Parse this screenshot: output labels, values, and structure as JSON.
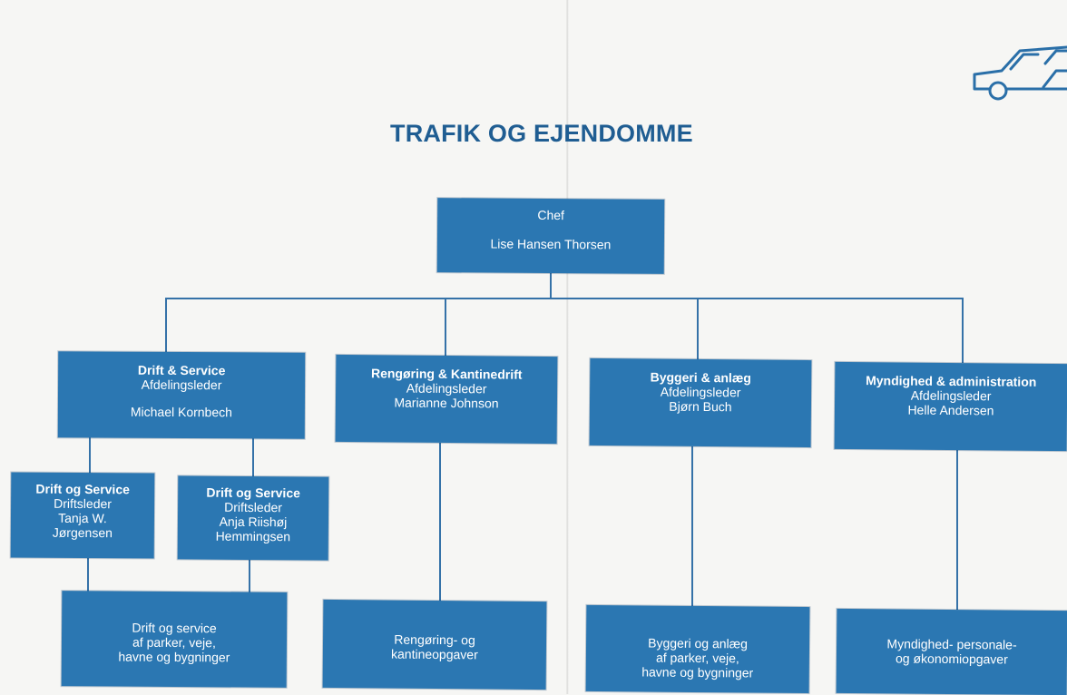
{
  "title": "TRAFIK OG EJENDOMME",
  "icon": "car-icon",
  "colors": {
    "box": "#2b77b2",
    "line": "#3572a8",
    "title": "#1f5d92"
  },
  "chef": {
    "role": "Chef",
    "name": "Lise Hansen Thorsen"
  },
  "departments": [
    {
      "name": "Drift & Service",
      "role": "Afdelingsleder",
      "person": "Michael Kornbech"
    },
    {
      "name": "Rengøring & Kantinedrift",
      "role": "Afdelingsleder",
      "person": "Marianne Johnson"
    },
    {
      "name": "Byggeri & anlæg",
      "role": "Afdelingsleder",
      "person": "Bjørn Buch"
    },
    {
      "name": "Myndighed & administration",
      "role": "Afdelingsleder",
      "person": "Helle Andersen"
    }
  ],
  "subunits": [
    {
      "name": "Drift og Service",
      "role": "Driftsleder",
      "person_line1": "Tanja W.",
      "person_line2": "Jørgensen"
    },
    {
      "name": "Drift og Service",
      "role": "Driftsleder",
      "person_line1": "Anja Riishøj",
      "person_line2": "Hemmingsen"
    }
  ],
  "tasks": [
    {
      "lines": [
        "Drift og service",
        "af parker, veje,",
        "havne og bygninger"
      ]
    },
    {
      "lines": [
        "Rengøring- og",
        "kantineopgaver"
      ]
    },
    {
      "lines": [
        "Byggeri og anlæg",
        "af parker, veje,",
        "havne og bygninger"
      ]
    },
    {
      "lines": [
        "Myndighed- personale-",
        "og økonomiopgaver"
      ]
    }
  ]
}
